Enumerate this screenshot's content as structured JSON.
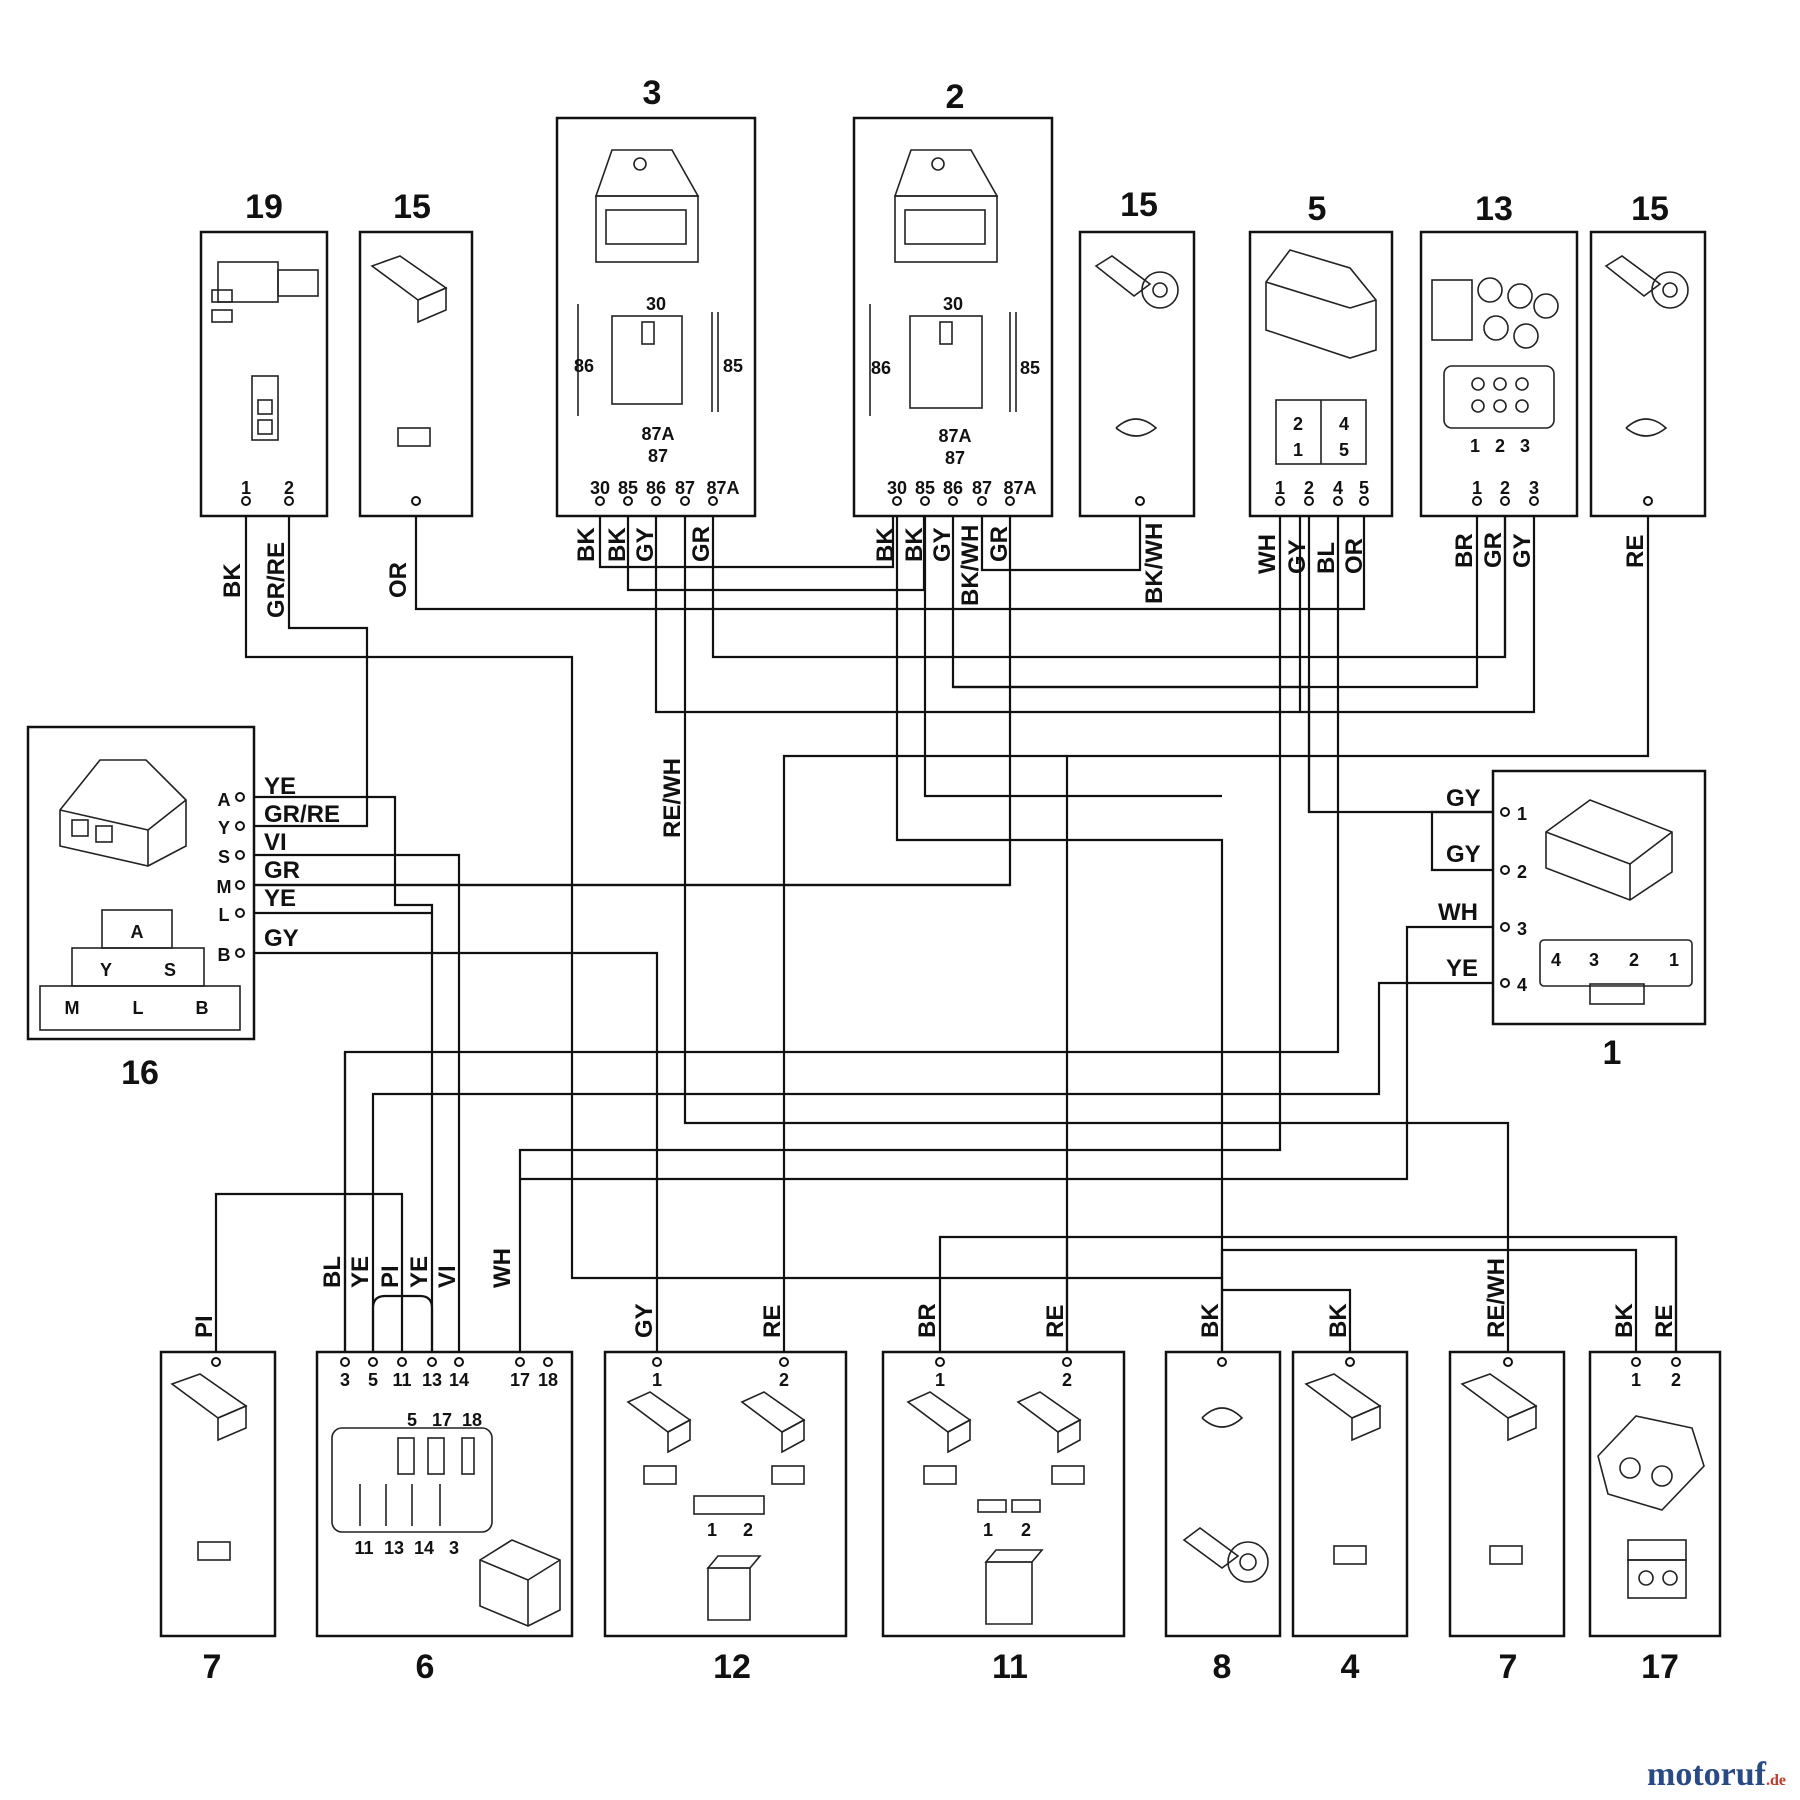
{
  "components": [
    {
      "id": "c19",
      "number": "19",
      "pins": [
        "1",
        "2"
      ]
    },
    {
      "id": "c15a",
      "number": "15",
      "pins": []
    },
    {
      "id": "c3",
      "number": "3",
      "pins": [
        "30",
        "85",
        "86",
        "87",
        "87A"
      ],
      "inner": [
        "30",
        "86",
        "85",
        "87A",
        "87"
      ]
    },
    {
      "id": "c2",
      "number": "2",
      "pins": [
        "30",
        "85",
        "86",
        "87",
        "87A"
      ],
      "inner": [
        "30",
        "86",
        "85",
        "87A",
        "87"
      ]
    },
    {
      "id": "c15b",
      "number": "15",
      "pins": []
    },
    {
      "id": "c5",
      "number": "5",
      "pins": [
        "1",
        "2",
        "4",
        "5"
      ],
      "inner": [
        "2",
        "4",
        "1",
        "5"
      ]
    },
    {
      "id": "c13",
      "number": "13",
      "pins": [
        "1",
        "2",
        "3"
      ],
      "inner": [
        "1",
        "2",
        "3"
      ]
    },
    {
      "id": "c15c",
      "number": "15",
      "pins": []
    },
    {
      "id": "c16",
      "number": "16",
      "pins": [
        "A",
        "Y",
        "S",
        "M",
        "L",
        "B"
      ],
      "inner": [
        "A",
        "Y",
        "S",
        "M",
        "L",
        "B"
      ]
    },
    {
      "id": "c1",
      "number": "1",
      "pins": [
        "1",
        "2",
        "3",
        "4"
      ],
      "inner": [
        "4",
        "3",
        "2",
        "1"
      ]
    },
    {
      "id": "c7a",
      "number": "7",
      "pins": []
    },
    {
      "id": "c6",
      "number": "6",
      "pins": [
        "3",
        "5",
        "11",
        "13",
        "14",
        "17",
        "18"
      ],
      "inner": [
        "5",
        "17",
        "18",
        "11",
        "13",
        "14",
        "3"
      ]
    },
    {
      "id": "c12",
      "number": "12",
      "pins": [
        "1",
        "2"
      ],
      "inner": [
        "1",
        "2"
      ]
    },
    {
      "id": "c11",
      "number": "11",
      "pins": [
        "1",
        "2"
      ],
      "inner": [
        "1",
        "2"
      ]
    },
    {
      "id": "c8",
      "number": "8",
      "pins": []
    },
    {
      "id": "c4",
      "number": "4",
      "pins": []
    },
    {
      "id": "c7b",
      "number": "7",
      "pins": []
    },
    {
      "id": "c17",
      "number": "17",
      "pins": [
        "1",
        "2"
      ]
    }
  ],
  "wire_labels": {
    "c19": [
      "BK",
      "GR/RE"
    ],
    "c15a": [
      "OR"
    ],
    "c3": [
      "BK",
      "BK",
      "GY",
      "GR"
    ],
    "c2": [
      "BK",
      "BK",
      "GY",
      "BK/WH",
      "GR"
    ],
    "c15b": [
      "BK/WH"
    ],
    "c5": [
      "WH",
      "GY",
      "BL",
      "OR"
    ],
    "c13": [
      "BR",
      "GR",
      "GY"
    ],
    "c15c": [
      "RE"
    ],
    "c16": [
      "YE",
      "GR/RE",
      "VI",
      "GR",
      "YE",
      "GY"
    ],
    "c1": [
      "GY",
      "GY",
      "WH",
      "YE"
    ],
    "mid": [
      "RE/WH"
    ],
    "c7a": [
      "PI"
    ],
    "c6": [
      "BL",
      "YE",
      "PI",
      "YE",
      "VI",
      "WH"
    ],
    "c12": [
      "GY",
      "RE"
    ],
    "c11": [
      "BR",
      "RE"
    ],
    "c8": [
      "BK"
    ],
    "c4": [
      "BK"
    ],
    "c7b": [
      "RE/WH"
    ],
    "c17": [
      "BK",
      "RE"
    ]
  },
  "brand": {
    "name": "motoruf",
    "suffix": ".de"
  }
}
